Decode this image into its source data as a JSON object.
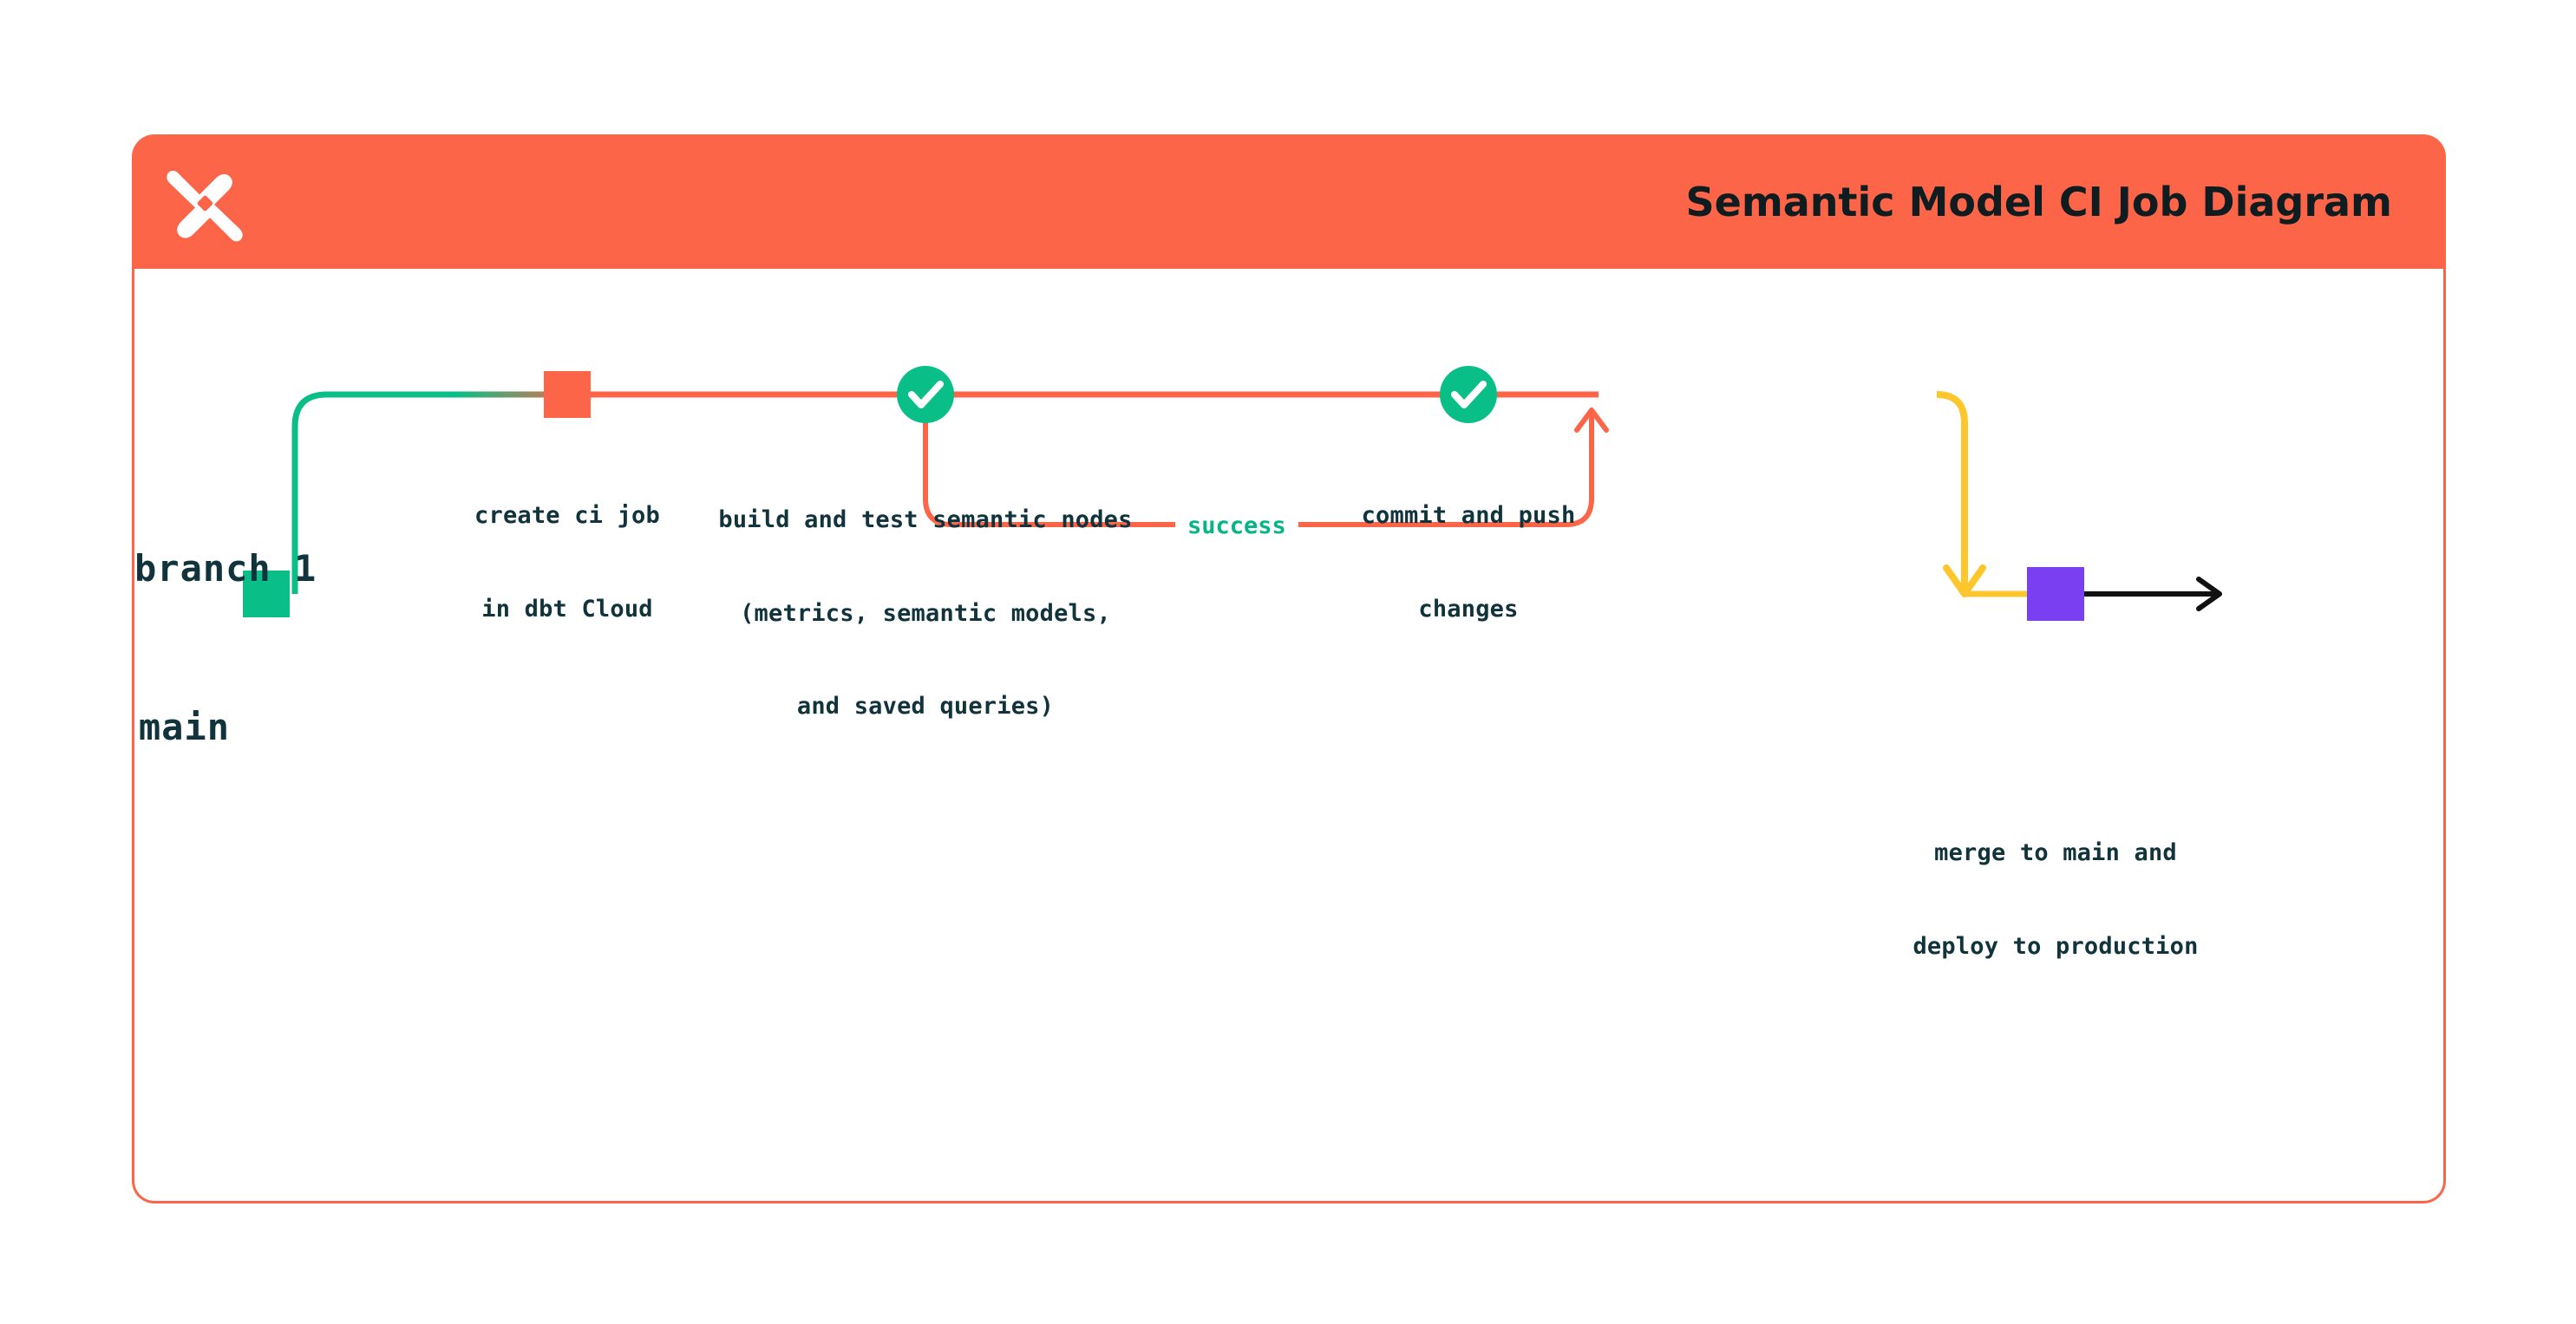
{
  "header": {
    "title": "Semantic Model CI Job Diagram",
    "logo_icon": "dbt-x-logo-icon",
    "background_color": "#FC6548"
  },
  "colors": {
    "orange": "#FC6548",
    "green": "#0ABF87",
    "teal_dark": "#11333C",
    "yellow": "#FDC62D",
    "purple": "#7B3FF2",
    "black": "#111111",
    "success_green": "#06B487"
  },
  "diagram": {
    "type": "git-branch-flow",
    "lanes": [
      {
        "id": "branch1",
        "label": "branch 1",
        "node_color": "#FC6548"
      },
      {
        "id": "main",
        "label": "main",
        "node_color": "#0ABF87"
      }
    ],
    "nodes": [
      {
        "id": "create-ci-job",
        "lane": "branch1",
        "marker": "square",
        "marker_color": "#FC6548",
        "caption": [
          "create ci job",
          "in dbt Cloud"
        ]
      },
      {
        "id": "build-and-test",
        "lane": "branch1",
        "marker": "check-circle",
        "marker_color": "#0ABF87",
        "caption": [
          "build and test semantic nodes",
          "(metrics, semantic models,",
          "and saved queries)"
        ]
      },
      {
        "id": "commit-and-push",
        "lane": "branch1",
        "marker": "check-circle",
        "marker_color": "#0ABF87",
        "caption": [
          "commit and push",
          "changes"
        ]
      },
      {
        "id": "merge-to-main",
        "lane": "main",
        "marker": "square",
        "marker_color": "#7B3FF2",
        "caption": [
          "merge to main and",
          "deploy to production"
        ]
      }
    ],
    "edges": [
      {
        "id": "retry-loop",
        "label": "success",
        "color": "#FC6548",
        "label_color": "#06B487"
      },
      {
        "id": "merge-arrow",
        "label": "",
        "color": "#FDC62D"
      },
      {
        "id": "main-continues",
        "label": "",
        "color": "#111111"
      }
    ]
  }
}
